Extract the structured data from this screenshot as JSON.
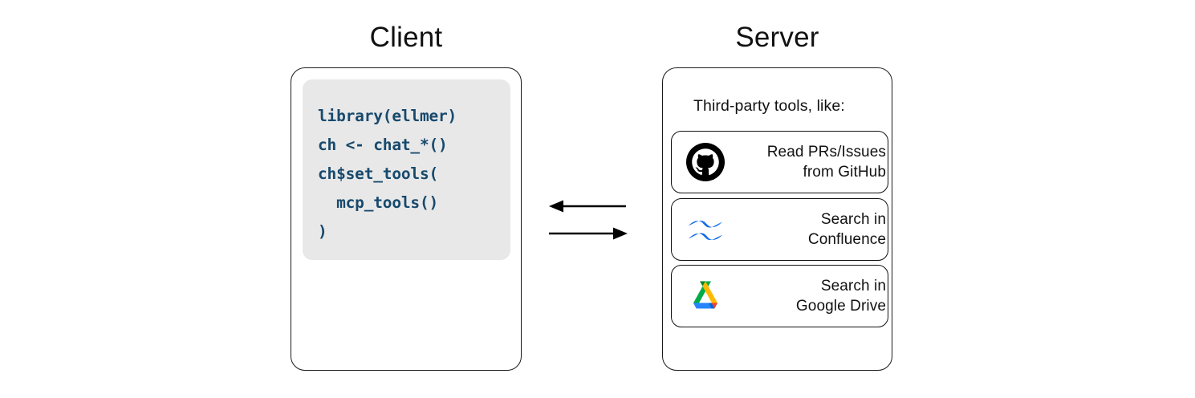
{
  "diagram": {
    "background": "#ffffff",
    "columns": {
      "client": {
        "title": "Client",
        "code_block": {
          "background": "#e8e8e8",
          "text_color": "#17496d",
          "lines": [
            "library(ellmer)",
            "ch <- chat_*()",
            "ch$set_tools(",
            "  mcp_tools()",
            ")"
          ]
        }
      },
      "server": {
        "title": "Server",
        "caption": "Third-party tools, like:",
        "tools": [
          {
            "icon": "github-icon",
            "label_line1": "Read PRs/Issues",
            "label_line2": "from GitHub",
            "icon_color": "#000000"
          },
          {
            "icon": "confluence-icon",
            "label_line1": "Search in",
            "label_line2": "Confluence",
            "icon_color": "#2684ff"
          },
          {
            "icon": "google-drive-icon",
            "label_line1": "Search in",
            "label_line2": "Google Drive",
            "icon_color": "#ffc107"
          }
        ]
      }
    },
    "connectors": {
      "top_arrow_direction": "left",
      "bottom_arrow_direction": "right",
      "color": "#000000"
    }
  }
}
